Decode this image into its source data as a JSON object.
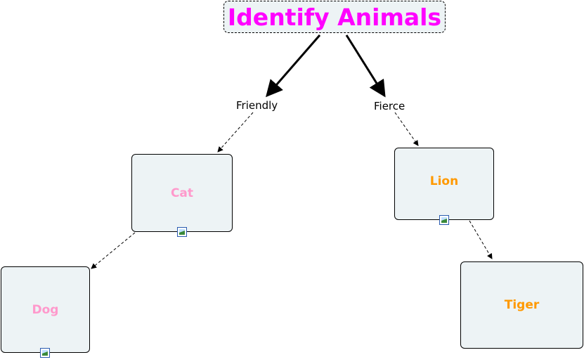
{
  "title": "Identify Animals",
  "links": {
    "friendly": "Friendly",
    "fierce": "Fierce"
  },
  "nodes": {
    "cat": "Cat",
    "dog": "Dog",
    "lion": "Lion",
    "tiger": "Tiger"
  },
  "colors": {
    "title": "#ff00ff",
    "pink": "#ff99cc",
    "orange": "#ff9900",
    "fill": "#edf3f5"
  }
}
